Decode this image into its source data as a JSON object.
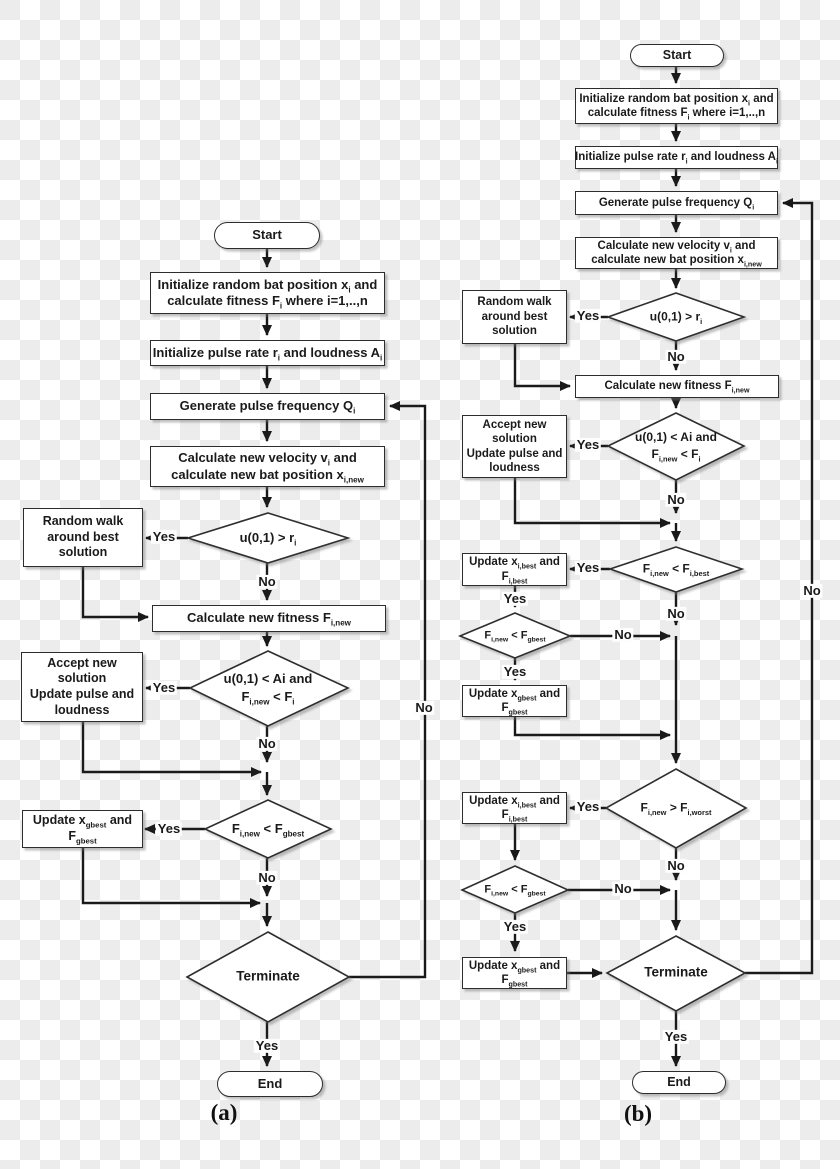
{
  "labels": {
    "yes": "Yes",
    "no": "No"
  },
  "figure": {
    "caption_a": "(a)",
    "caption_b": "(b)"
  },
  "colors": {
    "line": "#1a1a1a",
    "box_fill": "#ffffff",
    "box_border": "#2d2d2d",
    "checker_light": "#ffffff",
    "checker_dark": "#ececec"
  },
  "chart_a": {
    "start": "Start",
    "init_bat": "Initialize random bat position x<sub>i</sub> and calculate fitness F<sub>i</sub> where i=1,..,n",
    "init_pulse": "Initialize pulse rate r<sub>i</sub> and loudness A<sub>i</sub>",
    "gen_freq": "Generate pulse frequency Q<sub>i</sub>",
    "calc_velocity": "Calculate new velocity v<sub>i</sub> and calculate new bat position x<sub>i,new</sub>",
    "cond_rand": "u(0,1) &gt; r<sub>i</sub>",
    "random_walk": "Random walk around best solution",
    "calc_fitness": "Calculate new fitness F<sub>i,new</sub>",
    "cond_accept": "u(0,1) &lt; Ai and<br>F<sub>i,new</sub> &lt; F<sub>i</sub>",
    "accept": "Accept new<br>solution<br>Update pulse and loudness",
    "cond_gbest": "F<sub>i,new</sub> &lt; F<sub>gbest</sub>",
    "update_gbest": "Update x<sub>gbest</sub> and F<sub>gbest</sub>",
    "terminate": "Terminate",
    "end": "End"
  },
  "chart_b": {
    "start": "Start",
    "init_bat": "Initialize random bat position x<sub>i</sub> and calculate fitness F<sub>i</sub> where i=1,..,n",
    "init_pulse": "Initialize pulse rate r<sub>i</sub> and loudness A<sub>i</sub>",
    "gen_freq": "Generate pulse frequency Q<sub>i</sub>",
    "calc_velocity": "Calculate new velocity v<sub>i</sub> and calculate new bat position x<sub>i,new</sub>",
    "cond_rand": "u(0,1) &gt; r<sub>i</sub>",
    "random_walk": "Random walk around best solution",
    "calc_fitness": "Calculate new fitness F<sub>i,new</sub>",
    "cond_accept": "u(0,1) &lt; Ai and<br>F<sub>i,new</sub> &lt; F<sub>i</sub>",
    "accept": "Accept new<br>solution<br>Update pulse and loudness",
    "cond_ibest": "F<sub>i,new</sub> &lt; F<sub>i,best</sub>",
    "update_ibest": "Update x<sub>i,best</sub> and F<sub>i,best</sub>",
    "cond_gbest": "F<sub>i,new</sub> &lt; F<sub>gbest</sub>",
    "update_gbest": "Update x<sub>gbest</sub> and F<sub>gbest</sub>",
    "cond_worst": "F<sub>i,new</sub> &gt; F<sub>i,worst</sub>",
    "cond_gbest2": "F<sub>i,new</sub> &lt; F<sub>gbest</sub>",
    "update_gbest2": "Update x<sub>gbest</sub> and F<sub>gbest</sub>",
    "terminate": "Terminate",
    "end": "End"
  }
}
